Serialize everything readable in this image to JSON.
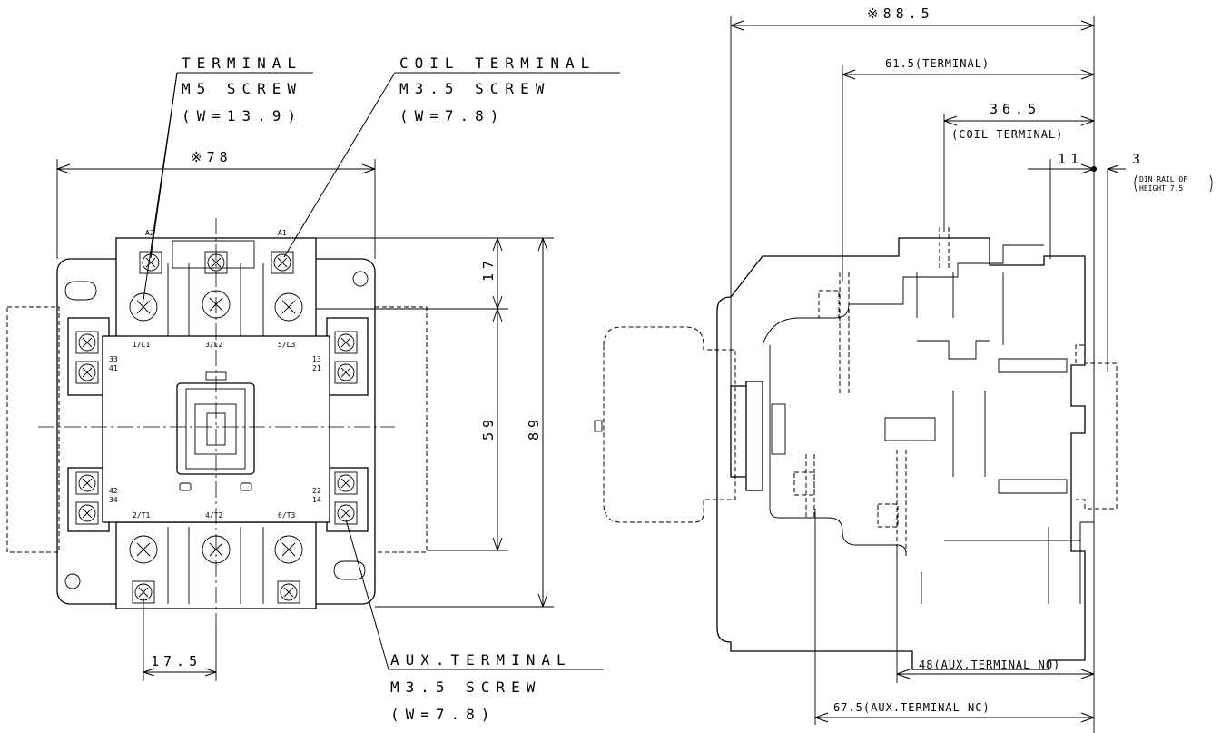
{
  "front_view": {
    "labels": {
      "terminal": {
        "l1": "TERMINAL",
        "l2": "M5 SCREW",
        "l3": "(W=13.9)"
      },
      "coil_terminal": {
        "l1": "COIL TERMINAL",
        "l2": "M3.5 SCREW",
        "l3": "(W=7.8)"
      },
      "aux_terminal": {
        "l1": "AUX.TERMINAL",
        "l2": "M3.5 SCREW",
        "l3": "(W=7.8)"
      }
    },
    "dimensions": {
      "width": "※78",
      "top_height": "17",
      "mid_height": "59",
      "total_height": "89",
      "pitch": "17.5"
    },
    "markings": {
      "a2": "A2",
      "a1": "A1",
      "l1": "1/L1",
      "l2": "3/L2",
      "l3": "5/L3",
      "t1": "2/T1",
      "t2": "4/T2",
      "t3": "6/T3",
      "aux_tl": "33",
      "aux_tl2": "41",
      "aux_tr": "13",
      "aux_tr2": "21",
      "aux_bl": "42",
      "aux_bl2": "34",
      "aux_br": "22",
      "aux_br2": "14"
    }
  },
  "side_view": {
    "dimensions": {
      "overall": "※88.5",
      "terminal": "61.5(TERMINAL)",
      "coil": "36.5",
      "coil_label": "(COIL TERMINAL)",
      "din_offset": "11",
      "din_gap": "3",
      "din_note_1": "DIN RAIL OF",
      "din_note_2": "HEIGHT 7.5",
      "aux_no": "48(AUX.TERMINAL NO)",
      "aux_nc": "67.5(AUX.TERMINAL NC)"
    }
  }
}
